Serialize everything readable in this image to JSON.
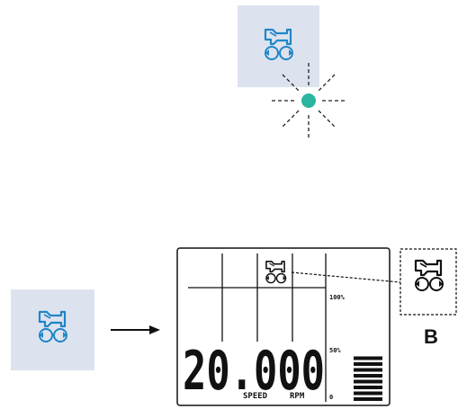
{
  "top_button": {
    "icon": "handpiece-reverse-rotation-icon"
  },
  "indicator_led": {
    "color": "#2bb5a0",
    "state": "blinking"
  },
  "left_button": {
    "icon": "handpiece-reverse-rotation-icon"
  },
  "arrow": {
    "direction": "right"
  },
  "lcd": {
    "speed_value": "20.000",
    "speed_label": "SPEED",
    "unit_label": "RPM",
    "scale_top": "100%",
    "scale_mid": "50%",
    "scale_bottom": "0",
    "symbol": "handpiece-reverse-rotation-icon",
    "bar_level": 0.5
  },
  "callout": {
    "label": "B",
    "icon": "handpiece-reverse-rotation-icon"
  },
  "colors": {
    "button_bg": "#dde3ee",
    "icon_blue": "#1f86c8",
    "lcd_ink": "#111111"
  }
}
